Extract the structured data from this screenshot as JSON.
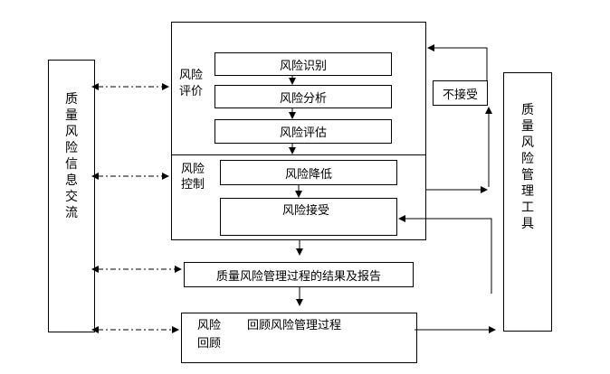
{
  "left_column": {
    "label": "质量风险信息交流"
  },
  "right_column": {
    "label": "质量风险管理工具"
  },
  "assessment": {
    "group_label_line1": "风险",
    "group_label_line2": "评价",
    "steps": [
      "风险识别",
      "风险分析",
      "风险评估"
    ]
  },
  "control": {
    "group_label_line1": "风险",
    "group_label_line2": "控制",
    "steps": [
      "风险降低",
      "风险接受"
    ]
  },
  "not_accept": {
    "label": "不接受"
  },
  "result": {
    "label": "质量风险管理过程的结果及报告"
  },
  "review": {
    "group_label_line1": "风险",
    "group_label_line2": "回顾",
    "label": "回顾风险管理过程"
  },
  "colors": {
    "line": "#000000",
    "background": "#ffffff"
  }
}
